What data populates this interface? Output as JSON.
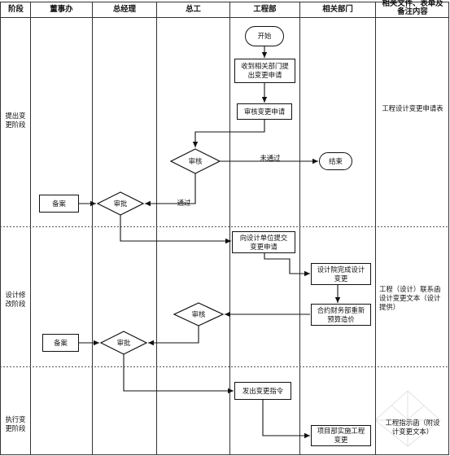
{
  "headers": [
    "阶段",
    "董事办",
    "总经理",
    "总工",
    "工程部",
    "相关部门",
    "相关文件、表单及\n备注内容"
  ],
  "stages": [
    {
      "id": "propose",
      "label": "提出变\n更阶段"
    },
    {
      "id": "design",
      "label": "设计修\n改阶段"
    },
    {
      "id": "execute",
      "label": "执行变\n更阶段"
    }
  ],
  "nodes": {
    "start": "开始",
    "receive": "收到相关部门提\n出变更申请",
    "audit_req": "审核变更申请",
    "review": "审核",
    "end": "结束",
    "record1": "备案",
    "approve1": "审批",
    "submit_design": "向设计单位提交\n变更申请",
    "design_done": "设计院完成设计\n变更",
    "reprice": "合约财务部重新\n预算造价",
    "review2": "审核",
    "record2": "备案",
    "approve2": "审批",
    "issue_order": "发出变更指令",
    "implement": "项目部实施工程\n变更"
  },
  "edge_labels": {
    "not_passed": "未通过",
    "passed": "通过"
  },
  "notes": {
    "note1": "工程设计变更申请表",
    "note2": "工程（设计）联系函\n设计变更文本（设计\n提供）",
    "note3": "工程指示函（附设\n计变更文本）"
  }
}
